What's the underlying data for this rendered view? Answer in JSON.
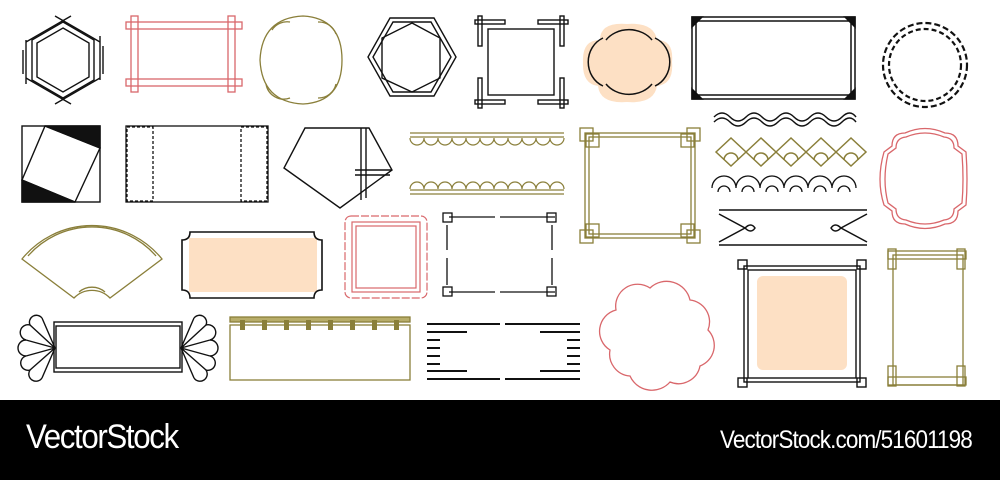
{
  "colors": {
    "black": "#111111",
    "red": "#d9676b",
    "olive": "#8a7f3a",
    "peach": "#fde0c4",
    "footer_bg": "#000000",
    "footer_text": "#ffffff"
  },
  "frames": [
    {
      "id": "hexagon-lines",
      "color": "black"
    },
    {
      "id": "rectangle-crossed-bars",
      "color": "red"
    },
    {
      "id": "rounded-square-petals",
      "color": "olive"
    },
    {
      "id": "hexagon-bamboo",
      "color": "black"
    },
    {
      "id": "square-corner-brackets",
      "color": "black"
    },
    {
      "id": "quatrefoil-filled",
      "color": "black"
    },
    {
      "id": "rectangle-black-corners",
      "color": "black"
    },
    {
      "id": "wavy-circle",
      "color": "black"
    },
    {
      "id": "square-rotated-insert",
      "color": "black"
    },
    {
      "id": "rectangle-seigaiha-sides",
      "color": "black"
    },
    {
      "id": "folded-pentagon",
      "color": "black"
    },
    {
      "id": "scallop-border-top",
      "color": "olive"
    },
    {
      "id": "scallop-border-bottom",
      "color": "olive"
    },
    {
      "id": "square-double-olive",
      "color": "olive"
    },
    {
      "id": "wave-border",
      "color": "black"
    },
    {
      "id": "diamond-seigaiha-border",
      "color": "olive"
    },
    {
      "id": "arc-wave-border",
      "color": "black"
    },
    {
      "id": "ribbon-loops",
      "color": "black"
    },
    {
      "id": "cloud-medallion",
      "color": "red"
    },
    {
      "id": "fan-frame",
      "color": "olive"
    },
    {
      "id": "notched-rectangle-filled",
      "color": "black"
    },
    {
      "id": "scalloped-square",
      "color": "red"
    },
    {
      "id": "fret-corner-rectangle",
      "color": "black"
    },
    {
      "id": "lobed-cloud",
      "color": "red"
    },
    {
      "id": "ornate-square-filled",
      "color": "black"
    },
    {
      "id": "tall-olive-frame",
      "color": "olive"
    },
    {
      "id": "fan-end-scroll",
      "color": "black"
    },
    {
      "id": "noren-curtain",
      "color": "olive"
    },
    {
      "id": "striped-bracket-frame",
      "color": "black"
    }
  ],
  "footer": {
    "brand": "VectorStock",
    "reference": "VectorStock.com/51601198"
  }
}
